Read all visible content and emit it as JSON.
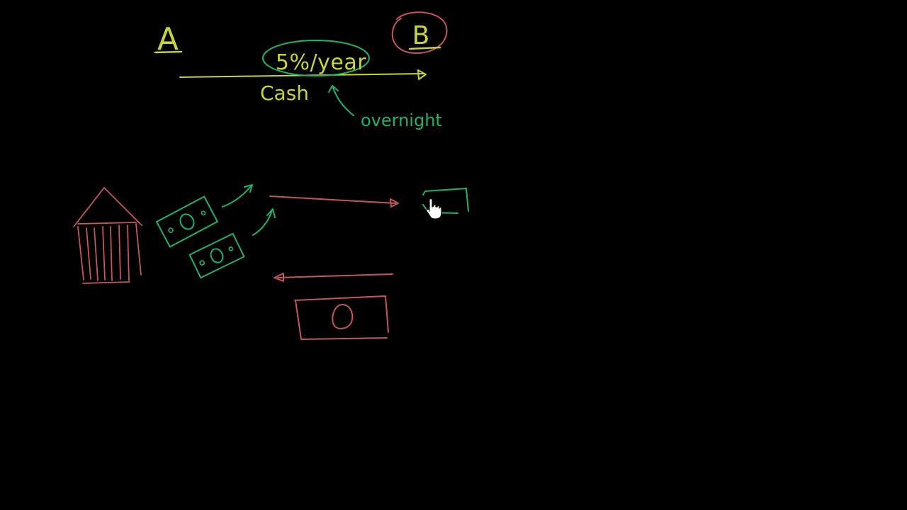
{
  "colors": {
    "background": "#000000",
    "yellow": "#c6d43a",
    "green": "#1fb36a",
    "red": "#c4555c"
  },
  "labels": {
    "party_a": "A",
    "party_b": "B",
    "rate": "5%/year",
    "cash": "Cash",
    "overnight": "overnight"
  },
  "drawings": {
    "bank": "bank-building",
    "bills": [
      "bill",
      "bill"
    ],
    "small_bill": "bill",
    "large_bill": "bill",
    "cursor": "hand-cursor-icon"
  }
}
